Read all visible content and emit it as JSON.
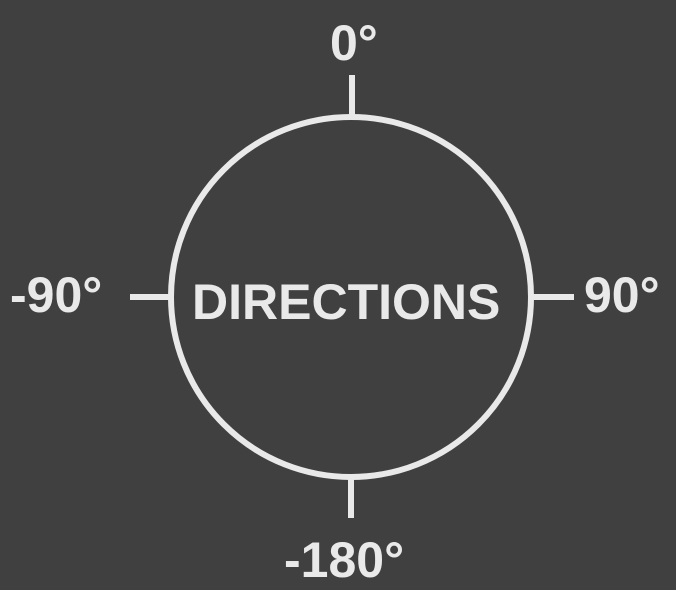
{
  "diagram": {
    "center_text": "DIRECTIONS",
    "labels": {
      "top": "0°",
      "right": "90°",
      "bottom": "-180°",
      "left": "-90°"
    },
    "colors": {
      "background": "#404040",
      "stroke": "#e9e9e9",
      "text": "#e9e9e9"
    }
  }
}
